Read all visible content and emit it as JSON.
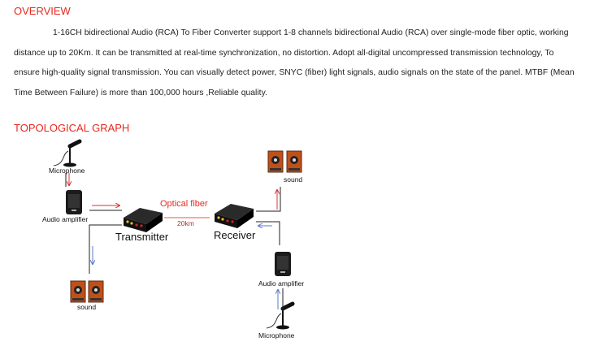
{
  "overview": {
    "heading": "OVERVIEW",
    "text": "1-16CH bidirectional Audio (RCA) To Fiber Converter support 1-8 channels bidirectional Audio (RCA) over single-mode fiber optic, working distance up to 20Km. It can be transmitted at real-time synchronization, no distortion. Adopt all-digital uncompressed transmission technology, To ensure high-quality signal transmission. You can visually detect power, SNYC (fiber) light signals, audio signals on the state of the panel. MTBF (Mean Time Between Failure) is more than 100,000 hours ,Reliable quality."
  },
  "topology": {
    "heading": "TOPOLOGICAL GRAPH",
    "microphone_left": "Microphone",
    "amplifier_left": "Audio amplifier",
    "sound_left": "sound",
    "transmitter": "Transmitter",
    "optical_fiber": "Optical fiber",
    "distance": "20km",
    "receiver": "Receiver",
    "sound_right": "sound",
    "amplifier_right": "Audio amplifier",
    "microphone_right": "Microphone"
  },
  "colors": {
    "heading": "#e8281e",
    "arrow_red": "#e03030",
    "arrow_blue": "#5a78c8"
  }
}
